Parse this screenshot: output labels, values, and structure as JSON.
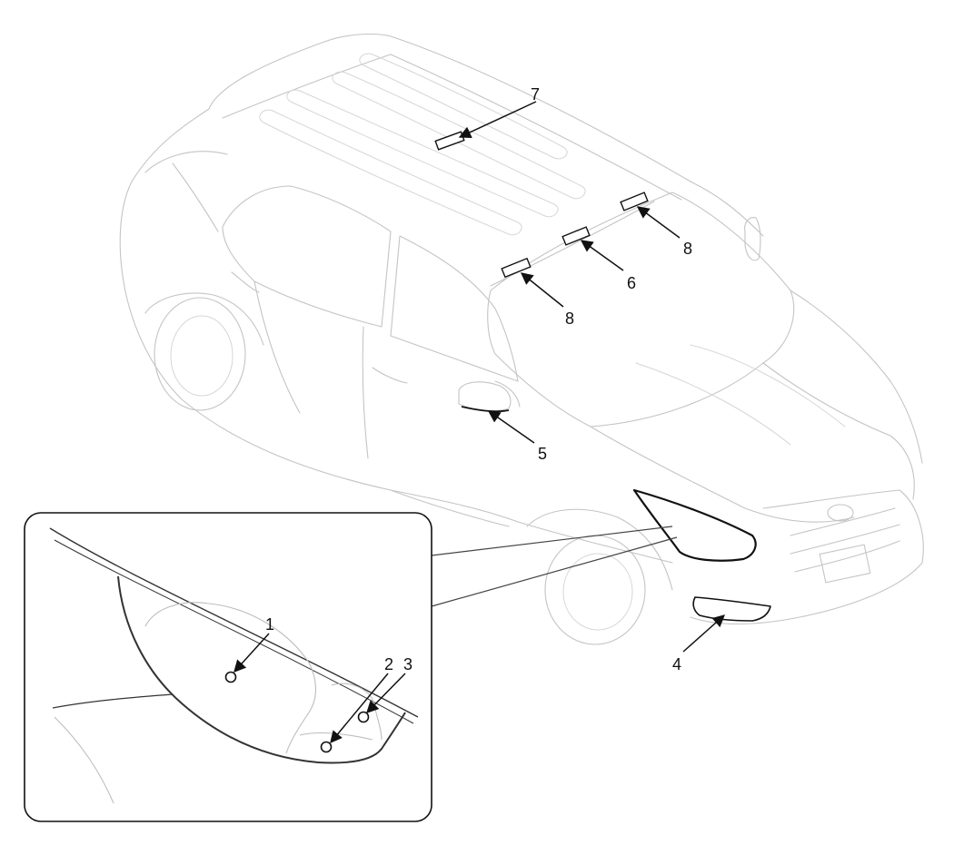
{
  "callouts": {
    "c1": "1",
    "c2": "2",
    "c3": "3",
    "c4": "4",
    "c5": "5",
    "c6": "6",
    "c7": "7",
    "c8a": "8",
    "c8b": "8"
  },
  "colors": {
    "line_faint": "#c4c4c4",
    "line_dark": "#111111",
    "background": "#ffffff"
  }
}
